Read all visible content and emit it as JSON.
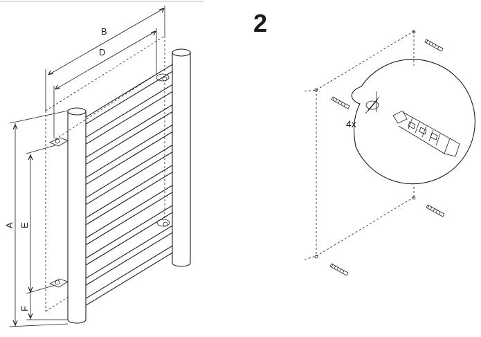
{
  "step": {
    "number": "2"
  },
  "dimensions": {
    "a": "A",
    "b": "B",
    "d": "D",
    "e": "E",
    "f": "F"
  },
  "callout": {
    "quantity": "4x"
  },
  "figure": {
    "rail_count": 10
  }
}
